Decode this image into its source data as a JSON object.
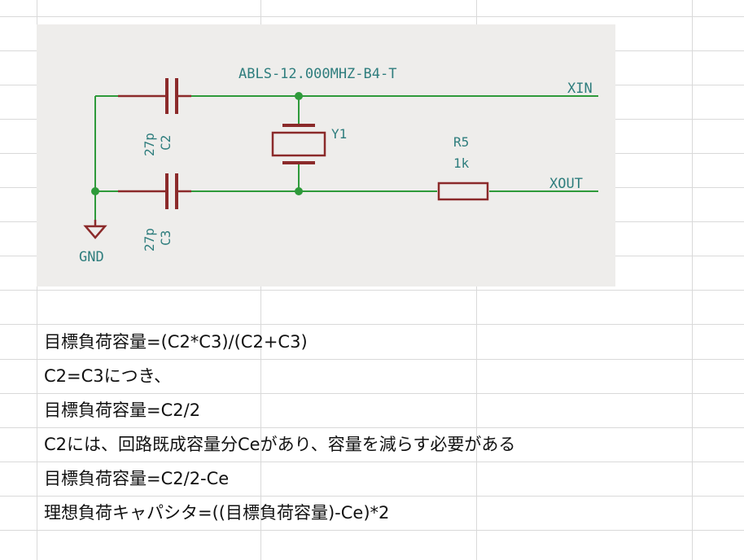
{
  "spreadsheet": {
    "rows": [
      "目標負荷容量=(C2*C3)/(C2+C3)",
      "C2=C3につき、",
      "目標負荷容量=C2/2",
      "C2には、回路既成容量分Ceがあり、容量を減らす必要がある",
      "目標負荷容量=C2/2-Ce",
      "理想負荷キャパシタ=((目標負荷容量)-Ce)*2"
    ]
  },
  "schematic": {
    "crystal_part": "ABLS-12.000MHZ-B4-T",
    "crystal_ref": "Y1",
    "c2_ref": "C2",
    "c2_value": "27p",
    "c3_ref": "C3",
    "c3_value": "27p",
    "r5_ref": "R5",
    "r5_value": "1k",
    "net_xin": "XIN",
    "net_xout": "XOUT",
    "net_gnd": "GND",
    "colors": {
      "wire": "#2e9a3a",
      "component": "#8b2a2a",
      "text": "#2e7d7d",
      "background": "#eeedeb"
    }
  }
}
